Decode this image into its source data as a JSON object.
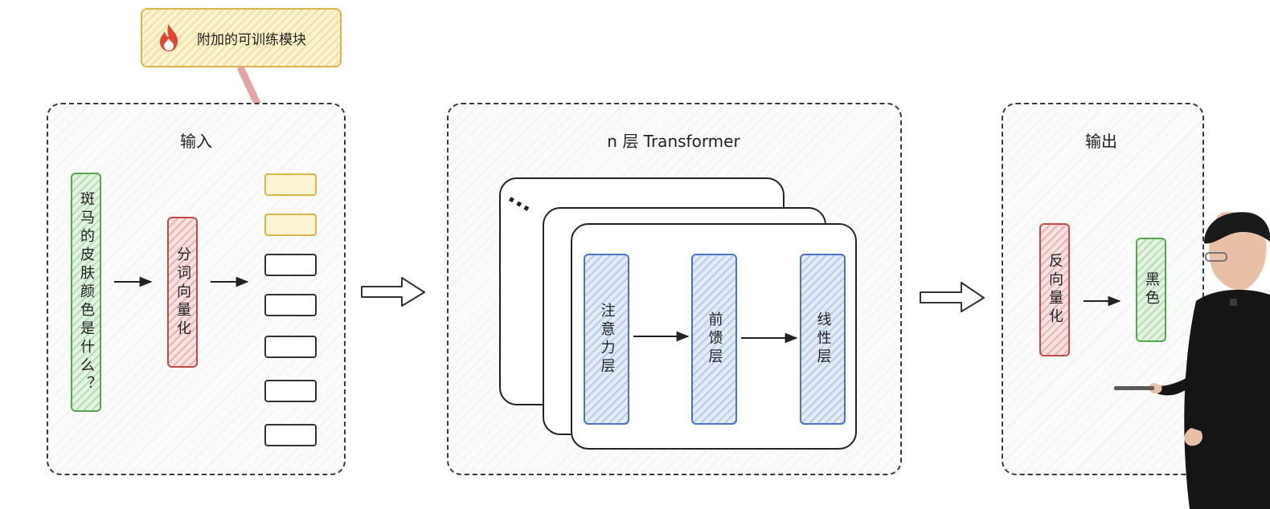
{
  "callout": {
    "label": "附加的可训练模块",
    "icon": "fire-icon"
  },
  "input_section": {
    "title": "输入",
    "question": "斑马的皮肤颜色是什么？",
    "tokenizer": "分词向量化",
    "tokens": {
      "trainable_count": 2,
      "regular_count": 5
    }
  },
  "transformer_section": {
    "title": "n 层 Transformer",
    "stack_ellipsis": "···",
    "attention": "注意力层",
    "feedforward": "前馈层",
    "linear": "线性层"
  },
  "output_section": {
    "title": "输出",
    "devectorize": "反向量化",
    "result": "黑色"
  },
  "colors": {
    "red": "#c54a4a",
    "green": "#55a84f",
    "blue": "#4a73c2",
    "yellow": "#d8b64a",
    "pink_arrow": "#e4a4a4"
  }
}
